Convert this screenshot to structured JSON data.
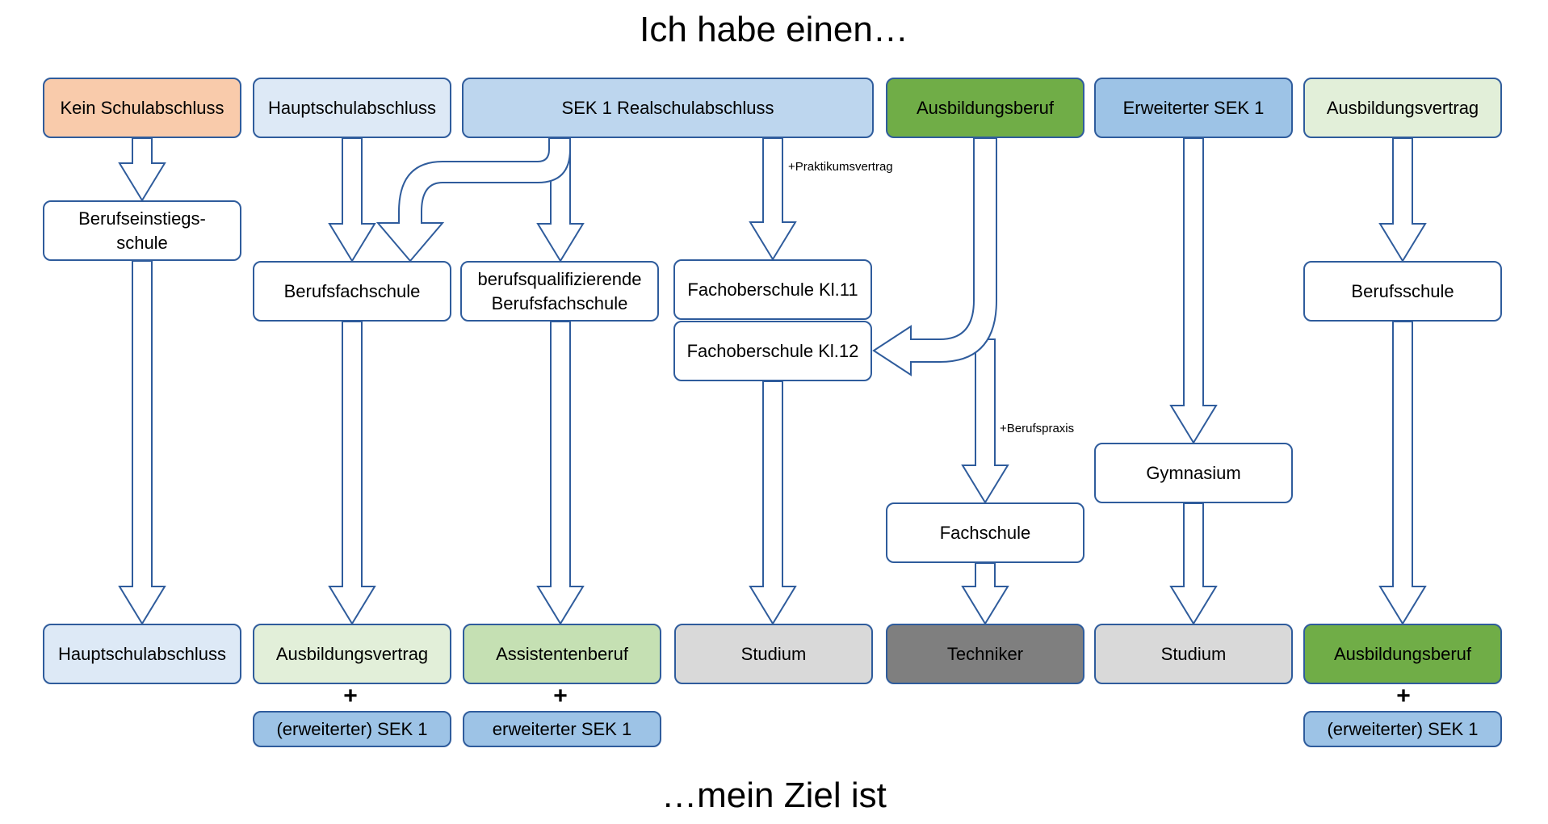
{
  "title": "Ich habe einen…",
  "footer": "…mein Ziel ist",
  "colors": {
    "orange": "#f9cbab",
    "pale_blue": "#dde9f6",
    "light_blue": "#bdd6ee",
    "mid_blue": "#9dc3e6",
    "green": "#70ad47",
    "pale_green": "#e2efd9",
    "light_green": "#c5e0b3",
    "light_gray": "#d9d9d9",
    "dark_gray": "#7f7f7f",
    "white": "#ffffff",
    "arrow_stroke": "#2f5c9c"
  },
  "start": {
    "kein_schulabschluss": "Kein Schulabschluss",
    "hauptschulabschluss": "Hauptschulabschluss",
    "sek1_realschulabschluss": "SEK 1 Realschulabschluss",
    "ausbildungsberuf": "Ausbildungsberuf",
    "erweiterter_sek1": "Erweiterter SEK 1",
    "ausbildungsvertrag": "Ausbildungsvertrag"
  },
  "middle": {
    "berufseinstiegsschule": "Berufseinstiegs-\nschule",
    "berufsfachschule": "Berufsfachschule",
    "berufsqualifizierende_bfs": "berufsqualifizierende\nBerufsfachschule",
    "fachoberschule_11": "Fachoberschule Kl.11",
    "fachoberschule_12": "Fachoberschule Kl.12",
    "fachschule": "Fachschule",
    "gymnasium": "Gymnasium",
    "berufsschule": "Berufsschule"
  },
  "end": {
    "hauptschulabschluss": "Hauptschulabschluss",
    "ausbildungsvertrag": "Ausbildungsvertrag",
    "assistentenberuf": "Assistentenberuf",
    "studium_1": "Studium",
    "techniker": "Techniker",
    "studium_2": "Studium",
    "ausbildungsberuf": "Ausbildungsberuf"
  },
  "extra": {
    "plus": "+",
    "erweiterter_sek1_opt_1": "(erweiterter) SEK 1",
    "erweiterter_sek1": "erweiterter SEK 1",
    "erweiterter_sek1_opt_2": "(erweiterter) SEK 1"
  },
  "labels": {
    "praktikumsvertrag": "+Praktikumsvertrag",
    "berufspraxis": "+Berufspraxis"
  }
}
